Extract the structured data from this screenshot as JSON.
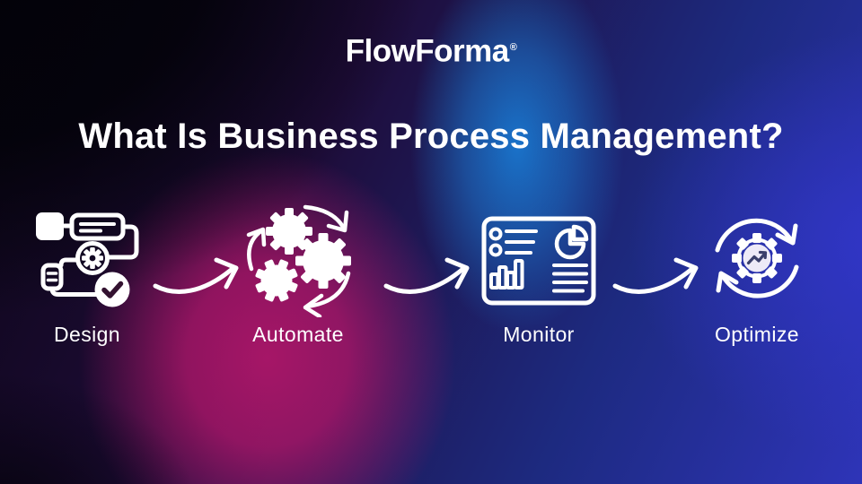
{
  "logo": {
    "text": "FlowForma",
    "registered_mark": "®"
  },
  "title": "What Is Business Process Management?",
  "steps": [
    {
      "label": "Design",
      "icon": "process-flowchart-check-icon"
    },
    {
      "label": "Automate",
      "icon": "interlocking-gears-cycle-icon"
    },
    {
      "label": "Monitor",
      "icon": "analytics-dashboard-icon"
    },
    {
      "label": "Optimize",
      "icon": "gear-trend-cycle-icon"
    }
  ],
  "connector_icon": "curved-arrow-icon",
  "colors": {
    "text": "#ffffff",
    "magenta_glow": "#ad1669",
    "blue_glow": "#1a77cf",
    "indigo_glow": "#3136c9",
    "base_dark": "#0d0618",
    "check_mark": "#331230",
    "trend_line": "#3a3f6b"
  }
}
